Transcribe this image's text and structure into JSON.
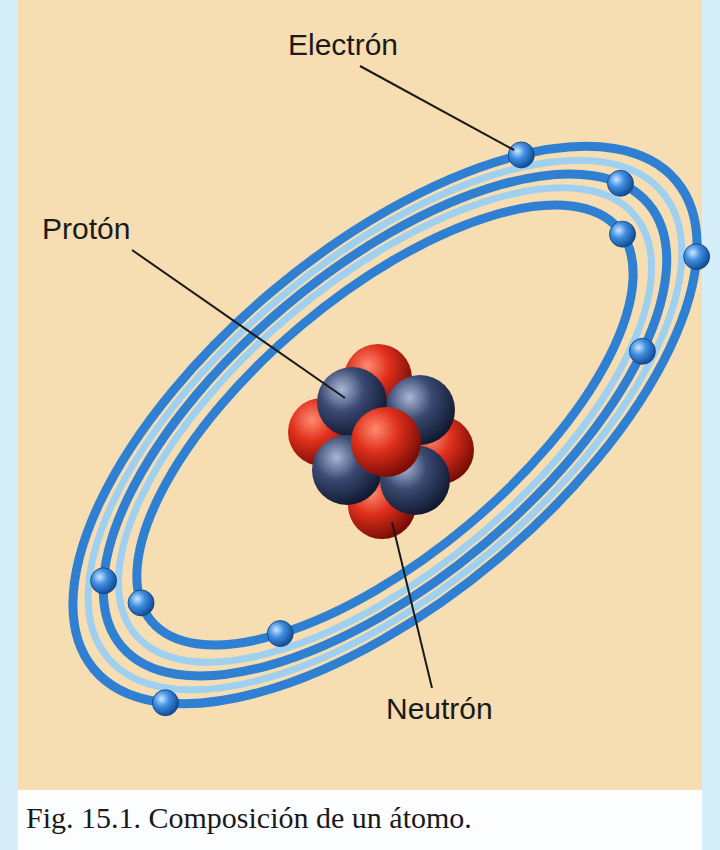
{
  "diagram": {
    "caption": "Fig. 15.1. Composición de un átomo.",
    "labels": [
      "Electrón",
      "Protón",
      "Neutrón"
    ]
  }
}
